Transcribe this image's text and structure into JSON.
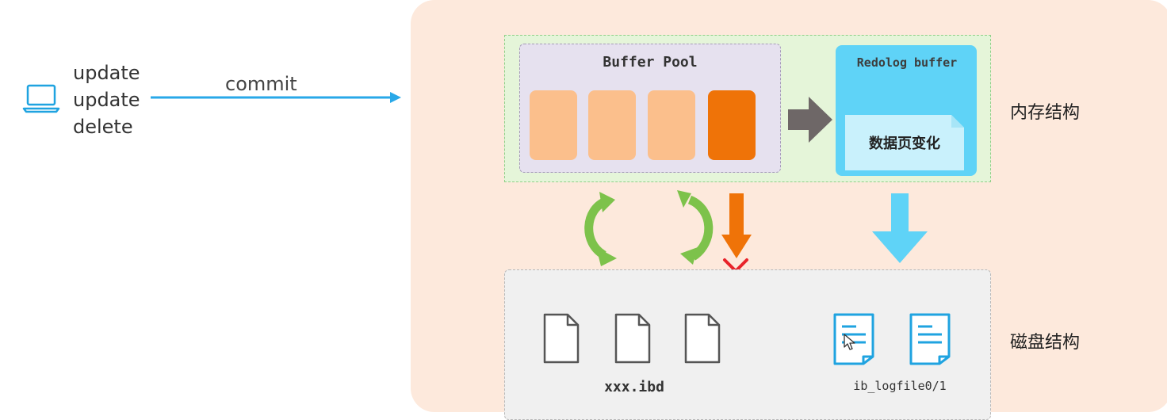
{
  "client": {
    "operations": [
      "update",
      "update",
      "delete"
    ],
    "commit_label": "commit"
  },
  "memory": {
    "label": "内存结构",
    "buffer_pool": {
      "title": "Buffer Pool",
      "page_count": 4,
      "dirty_page_index": 3
    },
    "redolog_buffer": {
      "title": "Redolog buffer",
      "content_label": "数据页变化"
    }
  },
  "disk": {
    "label": "磁盘结构",
    "data_file_label": "xxx.ibd",
    "log_file_label": "ib_logfile0/1"
  },
  "colors": {
    "panel_bg": "#fde9dc",
    "memory_bg": "#e5f5d9",
    "buffer_pool_bg": "#e6e1ef",
    "page_clean": "#fbbf8c",
    "page_dirty": "#ef7308",
    "redolog_bg": "#5fd3f7",
    "arrow_blue": "#5fd3f7",
    "arrow_green": "#7dc24b",
    "arrow_orange": "#ef7308",
    "cross_red": "#e8232a",
    "commit_arrow": "#29a8e8"
  },
  "icons": {
    "client": "laptop-icon",
    "flush_blocked": "red-x-icon",
    "data_file": "file-icon",
    "log_file": "document-lines-icon"
  }
}
